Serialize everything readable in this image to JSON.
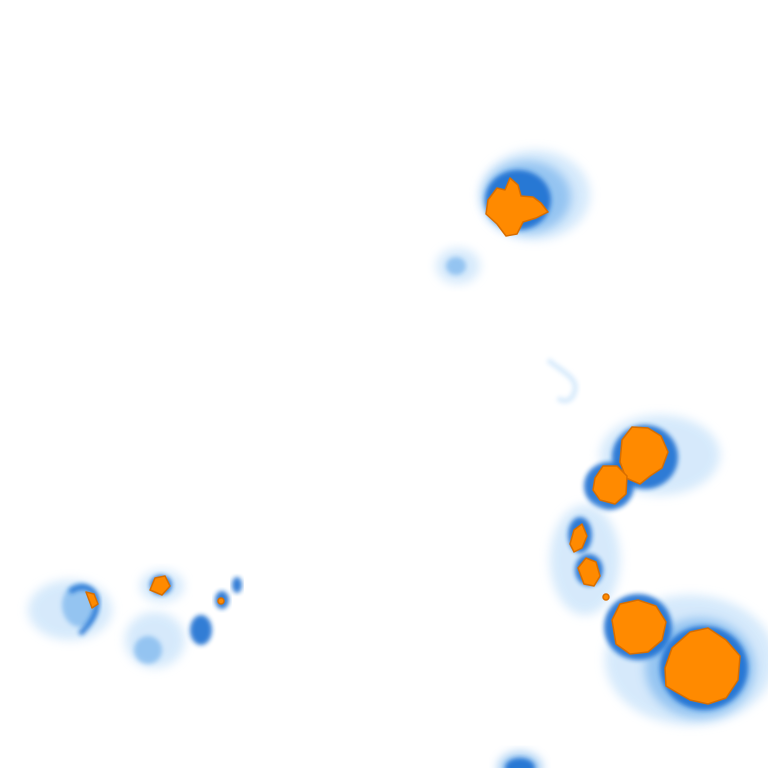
{
  "map": {
    "type": "weather-radar-reflectivity-tile",
    "background": "#ffffff",
    "palette": {
      "light": "#cfe6fb",
      "medium": "#7fb8ee",
      "heavy": "#1f6fd1",
      "core": "#0b57c0",
      "intense": "#ff8a00",
      "intense_edge": "#d86e00"
    },
    "cells": [
      {
        "id": "north-cell",
        "levels": [
          "light",
          "medium",
          "heavy",
          "intense"
        ]
      },
      {
        "id": "north-fragment",
        "levels": [
          "light",
          "medium"
        ]
      },
      {
        "id": "central-trace",
        "levels": [
          "light"
        ]
      },
      {
        "id": "east-cluster-upper",
        "levels": [
          "light",
          "medium",
          "heavy",
          "intense"
        ]
      },
      {
        "id": "east-cluster-middle",
        "levels": [
          "light",
          "medium",
          "heavy",
          "intense"
        ]
      },
      {
        "id": "southeast-large-cell",
        "levels": [
          "light",
          "medium",
          "heavy",
          "intense"
        ]
      },
      {
        "id": "southwest-cluster",
        "levels": [
          "light",
          "medium",
          "heavy",
          "intense"
        ]
      },
      {
        "id": "south-edge-cell",
        "levels": [
          "medium",
          "heavy"
        ]
      }
    ]
  }
}
